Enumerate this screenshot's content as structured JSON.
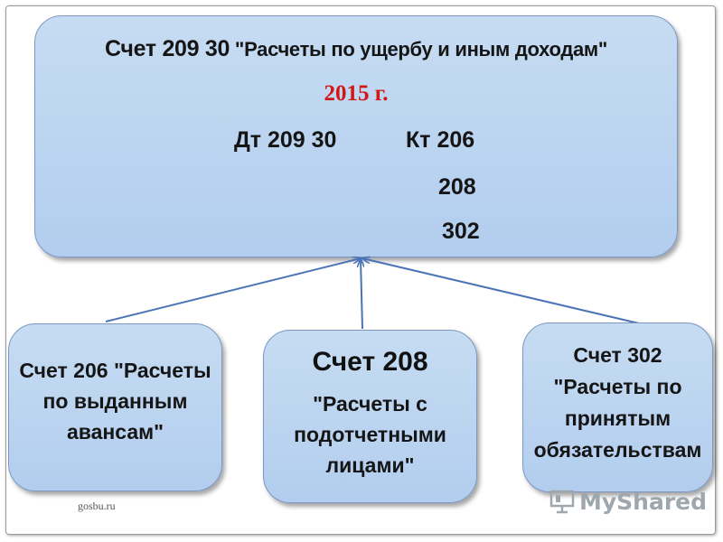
{
  "main": {
    "title_prefix": "Счет 209 30",
    "title_rest": " \"Расчеты по ущербу и иным доходам\"",
    "year": "2015 г.",
    "debit": "Дт 209 30",
    "credit": "Кт 206",
    "credit_2": "208",
    "credit_3": "302"
  },
  "boxes": {
    "acc206": {
      "line1": "Счет 206 \"Расчеты",
      "line2": "по выданным",
      "line3": "авансам\""
    },
    "acc208": {
      "title": "Счет 208",
      "line1": "\"Расчеты с",
      "line2": "подотчетными",
      "line3": "лицами\""
    },
    "acc302": {
      "line1": "Счет 302",
      "line2": "\"Расчеты по",
      "line3": "принятым",
      "line4": "обязательствам"
    }
  },
  "source": "gosbu.ru",
  "watermark": "MyShared",
  "colors": {
    "box_fill": "#b9d3ef",
    "box_border": "#7b98c4",
    "arrow": "#4a74b5",
    "year": "#d01818"
  }
}
